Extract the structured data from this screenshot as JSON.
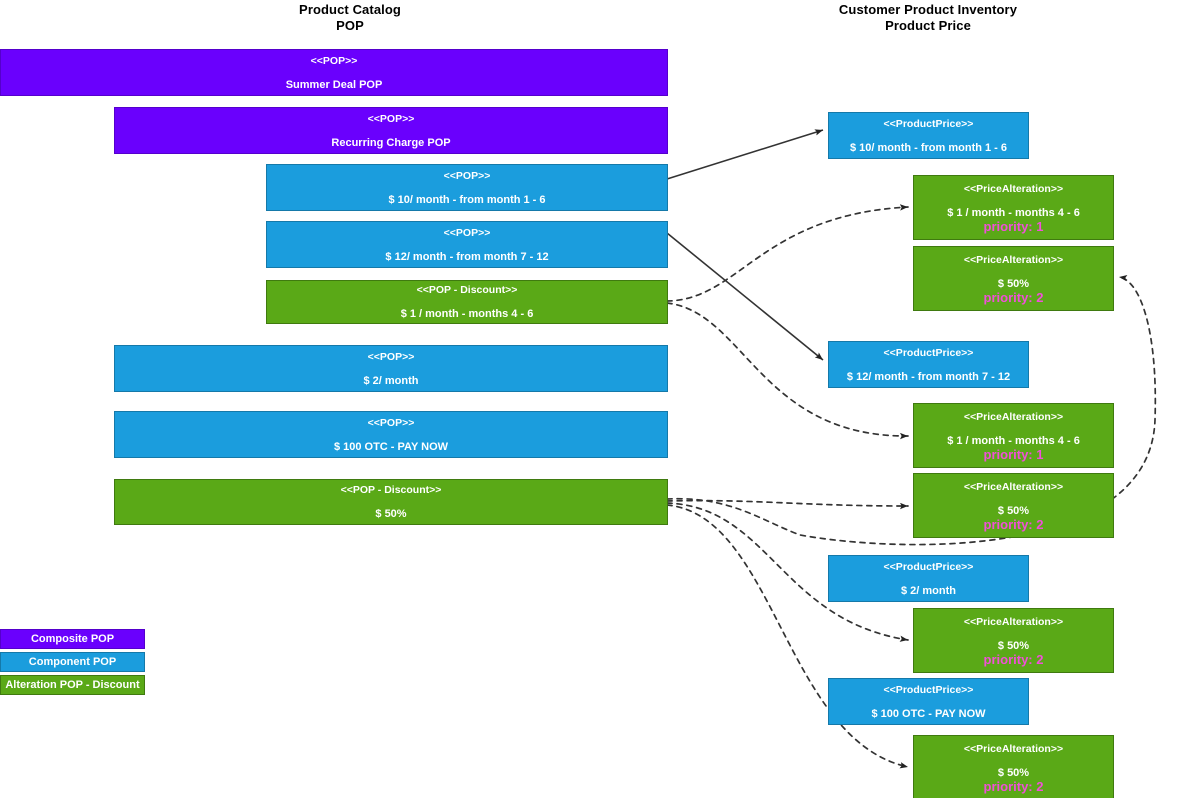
{
  "diagram": {
    "title_left": "Product Catalog\nPOP",
    "columns": [
      {
        "line1": "Product Catalog",
        "line2": "POP"
      },
      {
        "line1": "Customer Product Inventory",
        "line2": "Product Price"
      }
    ]
  },
  "colors": {
    "composite": "#6a00fd",
    "component": "#1b9ddd",
    "alteration": "#5aa917",
    "priority_text": "#f050d8",
    "edge": "#333333"
  },
  "left_nodes": [
    {
      "id": "summer-deal-pop",
      "stereotype": "<<POP>>",
      "label": "Summer Deal POP",
      "kind": "composite"
    },
    {
      "id": "recurring-charge-pop",
      "stereotype": "<<POP>>",
      "label": "Recurring Charge POP",
      "kind": "composite"
    },
    {
      "id": "pop-10-month-1-6",
      "stereotype": "<<POP>>",
      "label": "$ 10/ month - from month 1 - 6",
      "kind": "component"
    },
    {
      "id": "pop-12-month-7-12",
      "stereotype": "<<POP>>",
      "label": "$ 12/ month - from month 7 - 12",
      "kind": "component"
    },
    {
      "id": "pop-discount-1-month",
      "stereotype": "<<POP - Discount>>",
      "label": "$ 1 / month - months 4 - 6",
      "kind": "alteration"
    },
    {
      "id": "pop-2-month",
      "stereotype": "<<POP>>",
      "label": "$ 2/ month",
      "kind": "component"
    },
    {
      "id": "pop-100-otc",
      "stereotype": "<<POP>>",
      "label": "$ 100 OTC - PAY NOW",
      "kind": "component"
    },
    {
      "id": "pop-discount-50",
      "stereotype": "<<POP - Discount>>",
      "label": "$ 50%",
      "kind": "alteration"
    }
  ],
  "right_nodes": [
    {
      "id": "pp-10-month-1-6",
      "stereotype": "<<ProductPrice>>",
      "label": "$ 10/ month - from month 1 - 6",
      "priority": "",
      "kind": "component"
    },
    {
      "id": "pa-1-month-4-6-a",
      "stereotype": "<<PriceAlteration>>",
      "label": "$ 1 / month - months 4 - 6",
      "priority": "priority: 1",
      "kind": "alteration"
    },
    {
      "id": "pa-50-pct-a",
      "stereotype": "<<PriceAlteration>>",
      "label": "$ 50%",
      "priority": "priority: 2",
      "kind": "alteration"
    },
    {
      "id": "pp-12-month-7-12",
      "stereotype": "<<ProductPrice>>",
      "label": "$ 12/ month - from month 7 - 12",
      "priority": "",
      "kind": "component"
    },
    {
      "id": "pa-1-month-4-6-b",
      "stereotype": "<<PriceAlteration>>",
      "label": "$ 1 / month - months 4 - 6",
      "priority": "priority: 1",
      "kind": "alteration"
    },
    {
      "id": "pa-50-pct-b",
      "stereotype": "<<PriceAlteration>>",
      "label": "$ 50%",
      "priority": "priority: 2",
      "kind": "alteration"
    },
    {
      "id": "pp-2-month",
      "stereotype": "<<ProductPrice>>",
      "label": "$ 2/ month",
      "priority": "",
      "kind": "component"
    },
    {
      "id": "pa-50-pct-c",
      "stereotype": "<<PriceAlteration>>",
      "label": "$ 50%",
      "priority": "priority: 2",
      "kind": "alteration"
    },
    {
      "id": "pp-100-otc",
      "stereotype": "<<ProductPrice>>",
      "label": "$ 100 OTC - PAY NOW",
      "priority": "",
      "kind": "component"
    },
    {
      "id": "pa-50-pct-d",
      "stereotype": "<<PriceAlteration>>",
      "label": "$ 50%",
      "priority": "priority: 2",
      "kind": "alteration"
    }
  ],
  "legend": [
    {
      "id": "legend-composite",
      "label": "Composite POP",
      "kind": "composite"
    },
    {
      "id": "legend-component",
      "label": "Component POP",
      "kind": "component"
    },
    {
      "id": "legend-alteration",
      "label": "Alteration POP - Discount",
      "kind": "alteration"
    }
  ]
}
